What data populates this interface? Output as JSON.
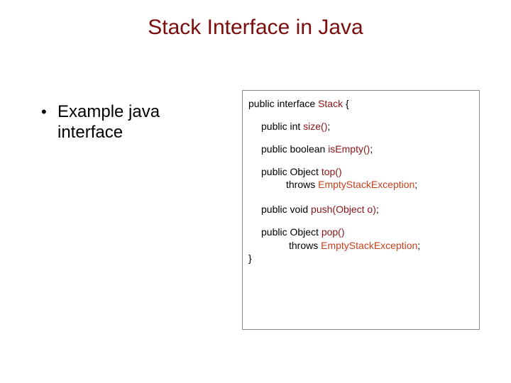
{
  "slide": {
    "title": "Stack Interface in Java",
    "bullets": [
      {
        "marker": "•",
        "text": "Example java interface"
      }
    ],
    "code": {
      "lines": [
        {
          "parts": [
            "public interface ",
            "Stack",
            " {"
          ],
          "kinds": [
            "t",
            "m",
            "t"
          ]
        },
        {
          "parts": [
            "public int ",
            "size()",
            ";"
          ],
          "kinds": [
            "t",
            "m",
            "t"
          ]
        },
        {
          "parts": [
            "public boolean ",
            "isEmpty()",
            ";"
          ],
          "kinds": [
            "t",
            "m",
            "t"
          ]
        },
        {
          "parts": [
            "public Object ",
            "top()"
          ],
          "kinds": [
            "t",
            "m"
          ]
        },
        {
          "parts": [
            "throws ",
            "EmptyStackException",
            ";"
          ],
          "kinds": [
            "t",
            "e",
            "t"
          ]
        },
        {
          "parts": [
            "public void ",
            "push(Object o)",
            ";"
          ],
          "kinds": [
            "t",
            "m",
            "t"
          ]
        },
        {
          "parts": [
            "public Object ",
            "pop()"
          ],
          "kinds": [
            "t",
            "m"
          ]
        },
        {
          "parts": [
            "throws ",
            "EmptyStackException",
            ";"
          ],
          "kinds": [
            "t",
            "e",
            "t"
          ]
        },
        {
          "parts": [
            "}"
          ],
          "kinds": [
            "t"
          ]
        }
      ]
    },
    "colors": {
      "title": "#7a0c0c",
      "method": "#8b1414",
      "exception": "#c8401a",
      "box_border": "#8a8a8a"
    }
  }
}
